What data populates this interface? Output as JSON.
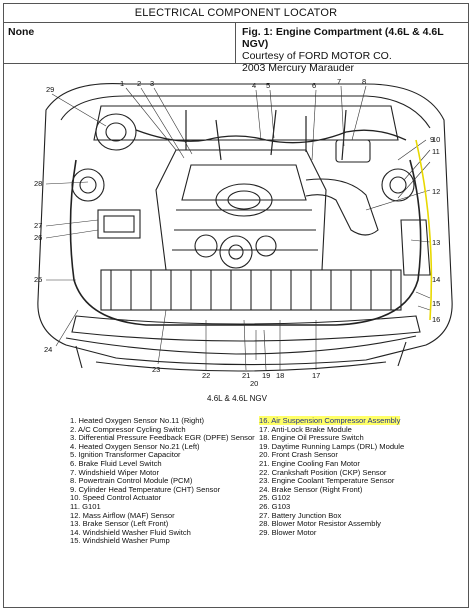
{
  "title": "ELECTRICAL COMPONENT LOCATOR",
  "header": {
    "left": "None",
    "right_line1": "Fig. 1: Engine Compartment (4.6L & 4.6L NGV)",
    "right_line2": "Courtesy of FORD MOTOR CO.",
    "right_line3": "2003 Mercury Marauder"
  },
  "diagram_caption": "4.6L & 4.6L NGV",
  "callouts": [
    "1",
    "2",
    "3",
    "4",
    "5",
    "6",
    "7",
    "8",
    "9",
    "10",
    "11",
    "12",
    "13",
    "14",
    "15",
    "16",
    "17",
    "18",
    "19",
    "20",
    "21",
    "22",
    "23",
    "24",
    "25",
    "26",
    "27",
    "28",
    "29"
  ],
  "legend_left": [
    "1. Heated Oxygen Sensor No.11 (Right)",
    "2. A/C Compressor Cycling Switch",
    "3. Differential Pressure Feedback EGR (DPFE) Sensor",
    "4. Heated Oxygen Sensor No.21 (Left)",
    "5. Ignition Transformer Capacitor",
    "6. Brake Fluid Level Switch",
    "7. Windshield Wiper Motor",
    "8. Powertrain Control Module (PCM)",
    "9. Cylinder Head Temperature (CHT) Sensor",
    "10. Speed Control Actuator",
    "11. G101",
    "12. Mass Airflow (MAF) Sensor",
    "13. Brake Sensor (Left Front)",
    "14. Windshield Washer Fluid Switch",
    "15. Windshield Washer Pump"
  ],
  "legend_right": [
    "16. Air Suspension Compressor Assembly",
    "17. Anti-Lock Brake Module",
    "18. Engine Oil Pressure Switch",
    "19. Daytime Running Lamps (DRL) Module",
    "20. Front Crash Sensor",
    "21. Engine Cooling Fan Motor",
    "22. Crankshaft Position (CKP) Sensor",
    "23. Engine Coolant Temperature Sensor",
    "24. Brake Sensor (Right Front)",
    "25. G102",
    "26. G103",
    "27. Battery Junction Box",
    "28. Blower Motor Resistor Assembly",
    "29. Blower Motor"
  ],
  "highlight_color": "#ffff66"
}
